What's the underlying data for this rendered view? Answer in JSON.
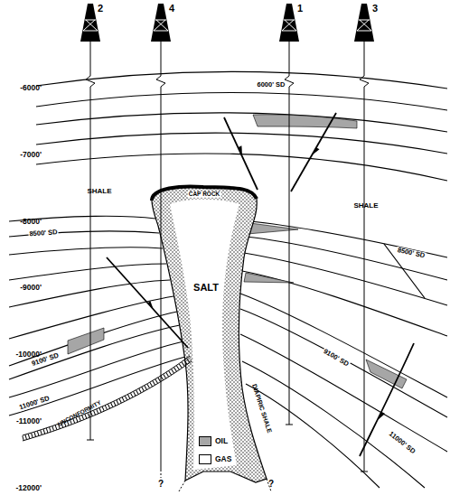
{
  "diagram": {
    "nodes": [
      {
        "text": [
          "SALT"
        ]
      }
    ],
    "labels": [
      "2",
      "4",
      "1",
      "3",
      "-6000'",
      "-7000'",
      "-8000'",
      "-9000'",
      "-10000'",
      "-11000'",
      "-12000'",
      "6000' SD",
      "CAP ROCK",
      "SHALE",
      "SHALE",
      "8500' SD",
      "8500' SD",
      "9100' SD",
      "9100' SD",
      "11000' SD",
      "11000' SD",
      "UNCONFORMITY",
      "DIAPIRIC SHALE",
      "?",
      "?"
    ],
    "legend": [
      {
        "text": "OIL",
        "color": "#a6a6a6"
      },
      {
        "text": "GAS",
        "color": "#ffffff"
      }
    ]
  }
}
